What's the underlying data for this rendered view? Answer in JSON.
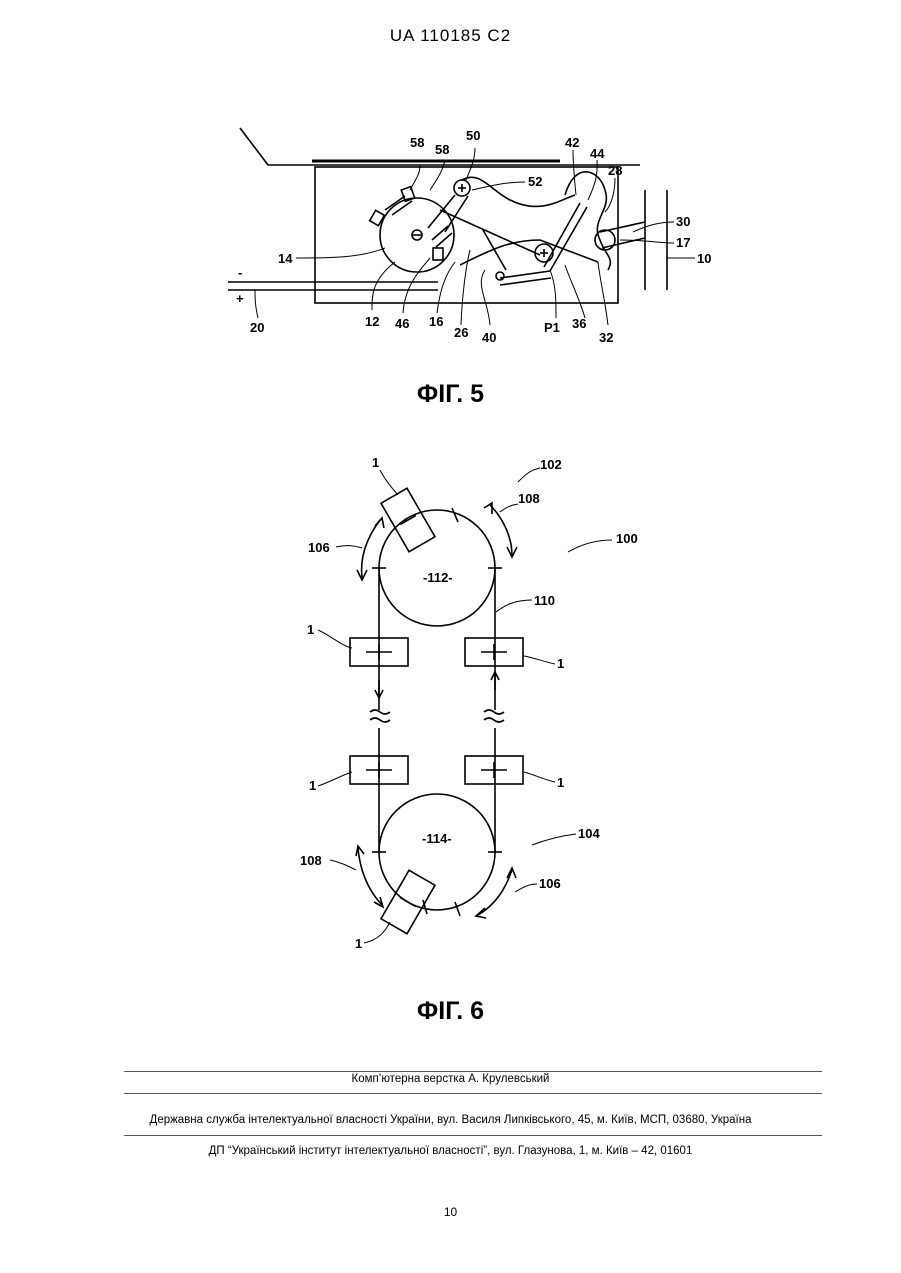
{
  "header": {
    "doc_id": "UA   110185   C2"
  },
  "figures": [
    {
      "caption": "ФІГ. 5",
      "labels": [
        "58",
        "58",
        "50",
        "52",
        "42",
        "44",
        "28",
        "30",
        "17",
        "10",
        "14",
        "12",
        "46",
        "16",
        "26",
        "40",
        "P1",
        "36",
        "32",
        "20",
        "-",
        "+"
      ]
    },
    {
      "caption": "ФІГ. 6",
      "labels": [
        "1",
        "102",
        "108",
        "100",
        "106",
        "-112-",
        "110",
        "1",
        "1",
        "1",
        "1",
        "-114-",
        "104",
        "108",
        "106",
        "1"
      ]
    }
  ],
  "footer": {
    "line1": "Комп’ютерна верстка А. Крулевський",
    "line2": "Державна служба інтелектуальної власності України, вул. Василя Липківського, 45, м. Київ, МСП, 03680, Україна",
    "line3": "ДП “Український інститут інтелектуальної власності”, вул. Глазунова, 1, м. Київ – 42, 01601"
  },
  "page_number": "10"
}
